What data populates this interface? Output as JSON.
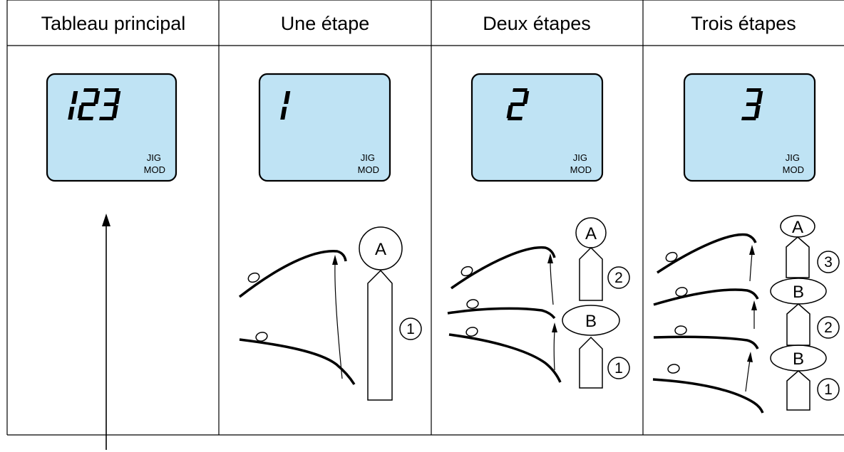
{
  "columns": [
    {
      "header": "Tableau principal",
      "lcd": {
        "digits": "123",
        "label_line1": "JIG",
        "label_line2": "MOD"
      }
    },
    {
      "header": "Une étape",
      "lcd": {
        "digits": "1",
        "label_line1": "JIG",
        "label_line2": "MOD"
      },
      "stages": [
        {
          "letter": "A"
        }
      ],
      "step_numbers": [
        "1"
      ]
    },
    {
      "header": "Deux étapes",
      "lcd": {
        "digits": "2",
        "label_line1": "JIG",
        "label_line2": "MOD"
      },
      "stages": [
        {
          "letter": "A"
        },
        {
          "letter": "B"
        }
      ],
      "step_numbers": [
        "2",
        "1"
      ]
    },
    {
      "header": "Trois étapes",
      "lcd": {
        "digits": "3",
        "label_line1": "JIG",
        "label_line2": "MOD"
      },
      "stages": [
        {
          "letter": "A"
        },
        {
          "letter": "B"
        },
        {
          "letter": "B"
        }
      ],
      "step_numbers": [
        "3",
        "2",
        "1"
      ]
    }
  ],
  "colors": {
    "lcd_fill": "#bfe3f4",
    "line": "#000000",
    "background": "#ffffff"
  }
}
